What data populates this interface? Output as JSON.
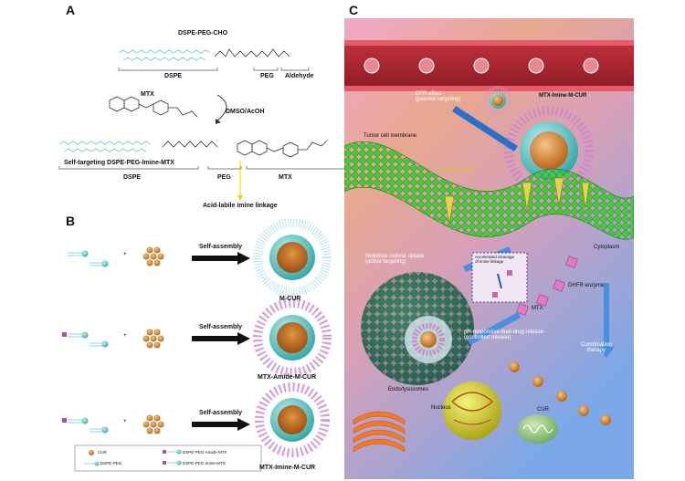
{
  "panel_a": {
    "letter": "A",
    "top_compound": "DSPE-PEG-CHO",
    "bracket_dspe": "DSPE",
    "bracket_peg": "PEG",
    "bracket_aldehyde": "Aldehyde",
    "mtx_label": "MTX",
    "reaction_condition": "DMSO/AcOH",
    "product_name": "Self-targeting DSPE-PEG-Imine-MTX",
    "product_dspe": "DSPE",
    "product_peg": "PEG",
    "product_mtx": "MTX",
    "linkage_note": "Acid-labile imine linkage"
  },
  "panel_b": {
    "letter": "B",
    "rows": [
      {
        "plus": "+",
        "arrow_label": "Self-assembly",
        "product": "M-CUR"
      },
      {
        "plus": "+",
        "arrow_label": "Self-assembly",
        "product": "MTX-Amide-M-CUR"
      },
      {
        "plus": "+",
        "arrow_label": "Self-assembly",
        "product": "MTX-Imine-M-CUR"
      }
    ],
    "legend": {
      "cur": "CUR",
      "dspe_peg": "DSPE-PEG",
      "amide": "DSPE-PEG-Amide-MTX",
      "imine": "DSPE-PEG-Imine-MTX"
    }
  },
  "panel_c": {
    "letter": "C",
    "epr": "EPR effect\n(passive targeting)",
    "nanoparticle": "MTX-Imine-M-CUR",
    "membrane": "Tumor cell membrane",
    "folate_receptor": "Folate receptor",
    "uptake": "Selective cellular uptake\n(active targeting)",
    "cytoplasm": "Cytoplasm",
    "cleavage": "Accelerated cleavage\nof imine linkage",
    "mtx": "MTX",
    "dhfr": "DHFR enzyme",
    "release": "pH-responsive dual-drug release\n(controlled release)",
    "combination": "Combination\ntherapy",
    "endo": "Endo/lysosomes",
    "nucleus": "Nucleus",
    "cur": "CUR"
  }
}
